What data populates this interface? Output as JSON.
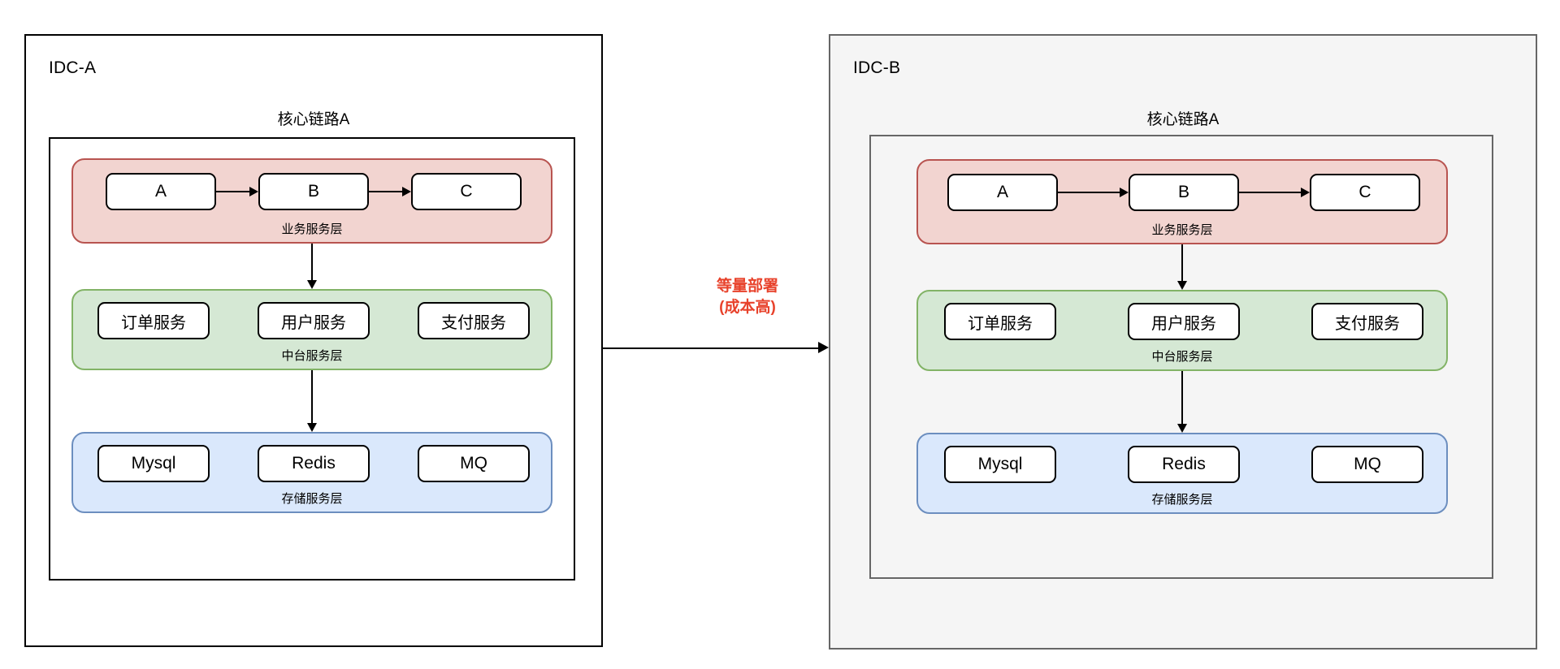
{
  "diagram": {
    "title_semantic": "dual-idc-equal-deployment-architecture",
    "colors": {
      "biz_layer_fill": "#f2d4d0",
      "biz_layer_border": "#b85450",
      "middle_layer_fill": "#d5e8d4",
      "middle_layer_border": "#82b366",
      "storage_layer_fill": "#dae8fc",
      "storage_layer_border": "#6c8ebf",
      "idc_b_panel_fill": "#f5f5f5",
      "idc_b_panel_border": "#666666",
      "idc_a_panel_border": "#000000",
      "transition_label_color": "#e8422b"
    }
  },
  "idc_a": {
    "title": "IDC-A",
    "chain_title": "核心链路A",
    "layers": [
      {
        "caption": "业务服务层",
        "kind": "biz",
        "nodes": [
          "A",
          "B",
          "C"
        ]
      },
      {
        "caption": "中台服务层",
        "kind": "middle",
        "nodes": [
          "订单服务",
          "用户服务",
          "支付服务"
        ]
      },
      {
        "caption": "存储服务层",
        "kind": "store",
        "nodes": [
          "Mysql",
          "Redis",
          "MQ"
        ]
      }
    ]
  },
  "idc_b": {
    "title": "IDC-B",
    "chain_title": "核心链路A",
    "layers": [
      {
        "caption": "业务服务层",
        "kind": "biz",
        "nodes": [
          "A",
          "B",
          "C"
        ]
      },
      {
        "caption": "中台服务层",
        "kind": "middle",
        "nodes": [
          "订单服务",
          "用户服务",
          "支付服务"
        ]
      },
      {
        "caption": "存储服务层",
        "kind": "store",
        "nodes": [
          "Mysql",
          "Redis",
          "MQ"
        ]
      }
    ]
  },
  "transition": {
    "line1": "等量部署",
    "line2": "(成本高)"
  }
}
